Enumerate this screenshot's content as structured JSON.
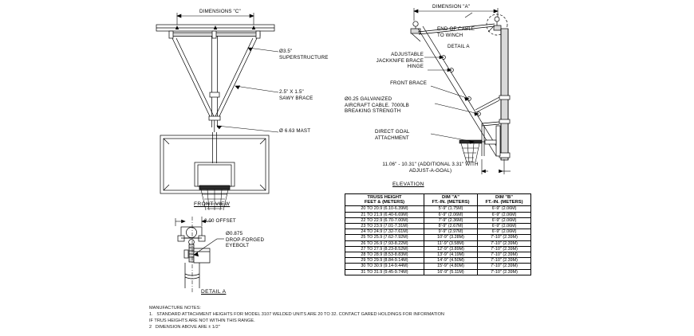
{
  "drawing": {
    "front_view": {
      "title": "FRONT VIEW",
      "dim_top": "DIMENSIONS \"C\"",
      "labels": {
        "superstructure": "Ø3.5\"\nSUPERSTRUCTURE",
        "sway_brace": "2.5\" X 1.5\"\nSAWY BRACE",
        "mast": "Ø 6.63 MAST"
      }
    },
    "elevation": {
      "title": "ELEVATION",
      "dim_top": "DIMENSION \"A\"",
      "labels": {
        "end_of_cable": "END OF CABLE\nTO WINCH",
        "detail_a_ref": "DETAIL A",
        "adjustable_hinge": "ADJUSTABLE\nJACKKNIFE BRACE\nHINGE",
        "front_brace": "FRONT BRACE",
        "cable_spec": "Ø0.25 GALVANIZED\nAIRCRAFT CABLE. 7000LB\nBREAKING STRENGTH",
        "direct_goal": "DIRECT GOAL\nATTACHMENT",
        "bottom_note": "11.06\" - 10.31\" (ADDITIONAL 3.31\" WITH\nADJUST-A-GOAL)"
      }
    },
    "detail_a": {
      "title": "DETAIL A",
      "labels": {
        "offset": "3.00 OFFSET",
        "eyebolt": "Ø0.875\nDROP-FORGED\nEYEBOLT"
      }
    }
  },
  "table": {
    "headers": [
      "TRUSS HEIGHT\nFEET & (METERS)",
      "DIM \"A\"\nFT.-IN. (METERS)",
      "DIM \"B\"\nFT.-IN. (METERS)"
    ],
    "header_lines": [
      [
        "TRUSS HEIGHT",
        "FEET & (METERS)"
      ],
      [
        "DIM \"A\"",
        "FT.-IN. (METERS)"
      ],
      [
        "DIM \"B\"",
        "FT.-IN. (METERS)"
      ]
    ],
    "rows": [
      [
        "20 TO 20.9 (6.10-6.39M)",
        "5'-9\" (1.75M)",
        "6'-9\" (2.06M)"
      ],
      [
        "21 TO 21.9 (6.40-6.69M)",
        "6'-9\" (2.06M)",
        "6'-9\" (2.06M)"
      ],
      [
        "22 TO 22.9 (6.70-7.00M)",
        "7'-9\" (2.36M)",
        "6'-9\" (2.06M)"
      ],
      [
        "23 TO 23.9 (7.01-7.31M)",
        "8'-9\" (2.67M)",
        "6'-9\" (2.06M)"
      ],
      [
        "24 TO 24.9 (7.32-7.61M)",
        "9'-9\" (2.97M)",
        "6'-9\" (2.06M)"
      ],
      [
        "25 TO 25.9 (7.62-7.92M)",
        "10'-9\" (3.28M)",
        "7'-10\" (2.39M)"
      ],
      [
        "26 TO 26.9 (7.93-8.22M)",
        "11'-9\" (3.58M)",
        "7'-10\" (2.39M)"
      ],
      [
        "27 TO 27.9 (8.23-8.52M)",
        "12'-9\" (3.89M)",
        "7'-10\" (2.39M)"
      ],
      [
        "28 TO 28.9 (8.53-8.83M)",
        "13'-9\" (4.19M)",
        "7'-10\" (2.39M)"
      ],
      [
        "29 TO 29.9 (8.84-9.14M)",
        "14'-9\" (4.50M)",
        "7'-10\" (2.39M)"
      ],
      [
        "30 TO 30.9 (9.14-9.44M)",
        "15'-9\" (4.80M)",
        "7'-10\" (2.39M)"
      ],
      [
        "31 TO 31.9 (9.45-9.74M)",
        "16'-9\" (5.11M)",
        "7'-10\" (2.39M)"
      ]
    ]
  },
  "notes": {
    "title": "MANUFACTURE NOTES:",
    "items": [
      "1.   STANDARD ATTACHMENT HEIGHTS FOR MODEL 3107 WELDED UNITS ARE 20 TO 32. CONTACT GARED HOLDINGS FOR INFORMATION",
      "IF TRUS HEIGHTS ARE NOT WITHIN THIS RANGE.",
      "2   DIMENSION ABOVE ARE ± 1/2\""
    ]
  },
  "colors": {
    "line": "#000000",
    "fill_light": "#d9d9d9",
    "background": "#ffffff"
  }
}
